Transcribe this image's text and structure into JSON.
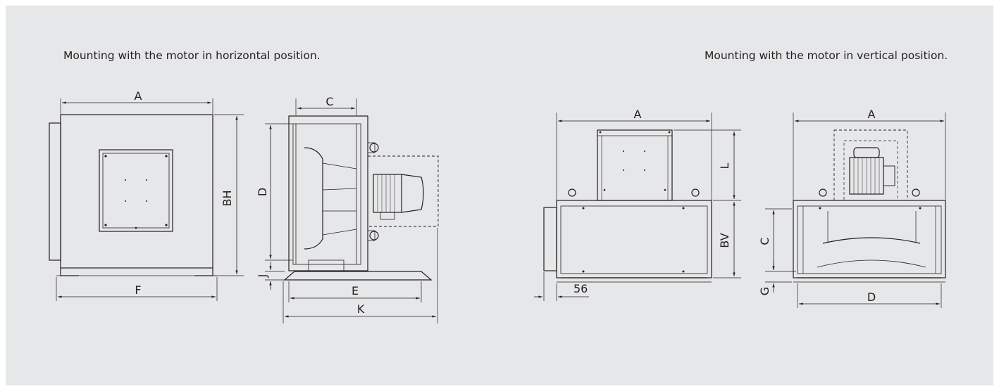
{
  "captions": {
    "horizontal": "Mounting with the motor in horizontal position.",
    "vertical": "Mounting with the motor in vertical position."
  },
  "views": {
    "front_horizontal": {
      "width_label": "A",
      "height_label": "BH",
      "base_label": "F"
    },
    "side_horizontal": {
      "inlet_label": "C",
      "height_label": "D",
      "foot_label": "J",
      "base_label": "E",
      "overall_label": "K"
    },
    "front_vertical": {
      "width_label": "A",
      "motor_label": "L",
      "body_label": "BV",
      "offset_label": "56"
    },
    "side_vertical": {
      "width_label": "A",
      "height_label": "C",
      "foot_label": "G",
      "base_label": "D"
    }
  },
  "colors": {
    "background": "#e6e7e8",
    "line": "#231f20",
    "hidden": "#231f20"
  }
}
